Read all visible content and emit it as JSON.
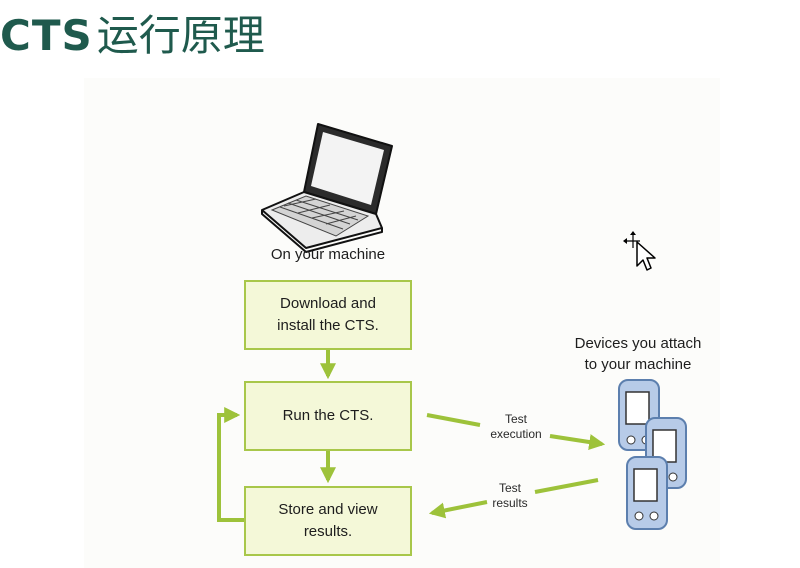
{
  "title": {
    "latin": "CTS",
    "cjk": "运行原理"
  },
  "labels": {
    "host": "On your machine",
    "devices": "Devices you attach\nto your machine"
  },
  "steps": {
    "download": "Download and\ninstall the CTS.",
    "run": "Run the CTS.",
    "store": "Store and view\nresults."
  },
  "arrows": {
    "execution": "Test\nexecution",
    "results": "Test\nresults"
  },
  "colors": {
    "title": "#1f5a4d",
    "box_fill": "#f4f8d8",
    "box_border": "#a8c74a",
    "arrow": "#9dc23a",
    "device_fill": "#b7cbe8",
    "device_border": "#5c7fae"
  },
  "icons": [
    "laptop-icon",
    "cursor-icon",
    "phone-icon"
  ]
}
